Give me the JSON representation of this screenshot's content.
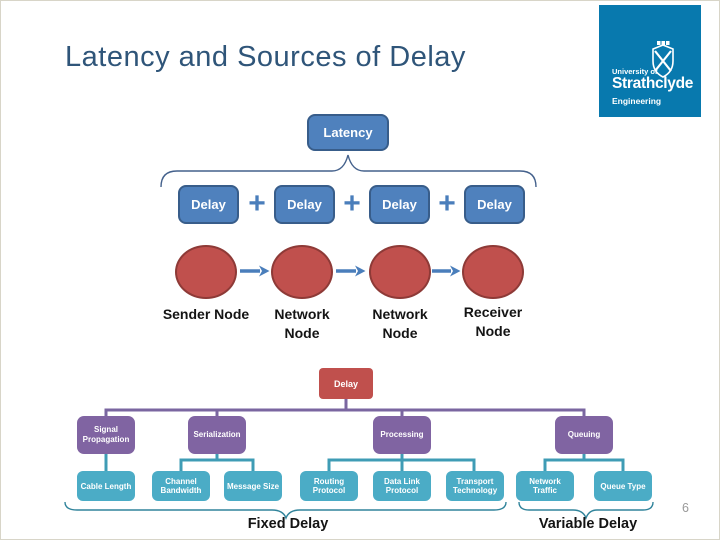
{
  "slide": {
    "title": "Latency and Sources of Delay",
    "page_number": "6"
  },
  "logo": {
    "university": "University of",
    "name": "Strathclyde",
    "department": "Engineering"
  },
  "latency_sum": {
    "label": "Latency",
    "operator": "+",
    "delays": [
      "Delay",
      "Delay",
      "Delay",
      "Delay"
    ]
  },
  "nodes": [
    "Sender Node",
    "Network Node",
    "Network Node",
    "Receiver Node"
  ],
  "tree": {
    "root": "Delay",
    "level2": [
      "Signal Propagation",
      "Serialization",
      "Processing",
      "Queuing"
    ],
    "level3": [
      "Cable Length",
      "Channel Bandwidth",
      "Message Size",
      "Routing Protocol",
      "Data Link Protocol",
      "Transport Technology",
      "Network Traffic",
      "Queue Type"
    ],
    "fixed_label": "Fixed Delay",
    "variable_label": "Variable Delay"
  },
  "colors": {
    "title_text": "#2f5579",
    "blue_box_fill": "#4f81bd",
    "blue_box_border": "#385d8a",
    "circle_fill": "#c0504d",
    "circle_border": "#8e3a37",
    "red_box": "#c0504d",
    "purple_box": "#8064a2",
    "purple_connector": "#7a66a0",
    "teal_box": "#4bacc6",
    "teal_connector": "#3f9cb5",
    "top_brace": "#44618c",
    "bottom_brace": "#31849b",
    "logo_background": "#0879ae"
  }
}
